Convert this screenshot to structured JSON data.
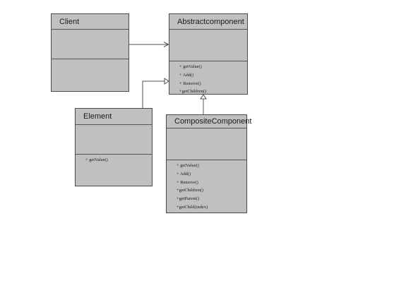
{
  "diagram": {
    "classes": {
      "client": {
        "name": "Client",
        "operations": []
      },
      "abstract": {
        "name": "Abstractcomponent",
        "operations": [
          "+ getValue()",
          "+ Add()",
          "+ Remove()",
          "+getChildren()"
        ]
      },
      "element": {
        "name": "Element",
        "operations": [
          "+ getValue()"
        ]
      },
      "composite": {
        "name": "CompositeComponent",
        "operations": [
          "+ getValue()",
          "+ Add()",
          "+ Remove()",
          "+getChildren()",
          "+getParent()",
          "+getChild(index)"
        ]
      }
    },
    "relationships": [
      {
        "from": "Client",
        "to": "Abstractcomponent",
        "type": "association"
      },
      {
        "from": "Element",
        "to": "Abstractcomponent",
        "type": "generalization"
      },
      {
        "from": "CompositeComponent",
        "to": "Abstractcomponent",
        "type": "generalization"
      }
    ],
    "colors": {
      "class_fill": "#c0c0c0",
      "class_border": "#4a4a4a",
      "connector": "#505050",
      "background": "#ffffff"
    }
  }
}
